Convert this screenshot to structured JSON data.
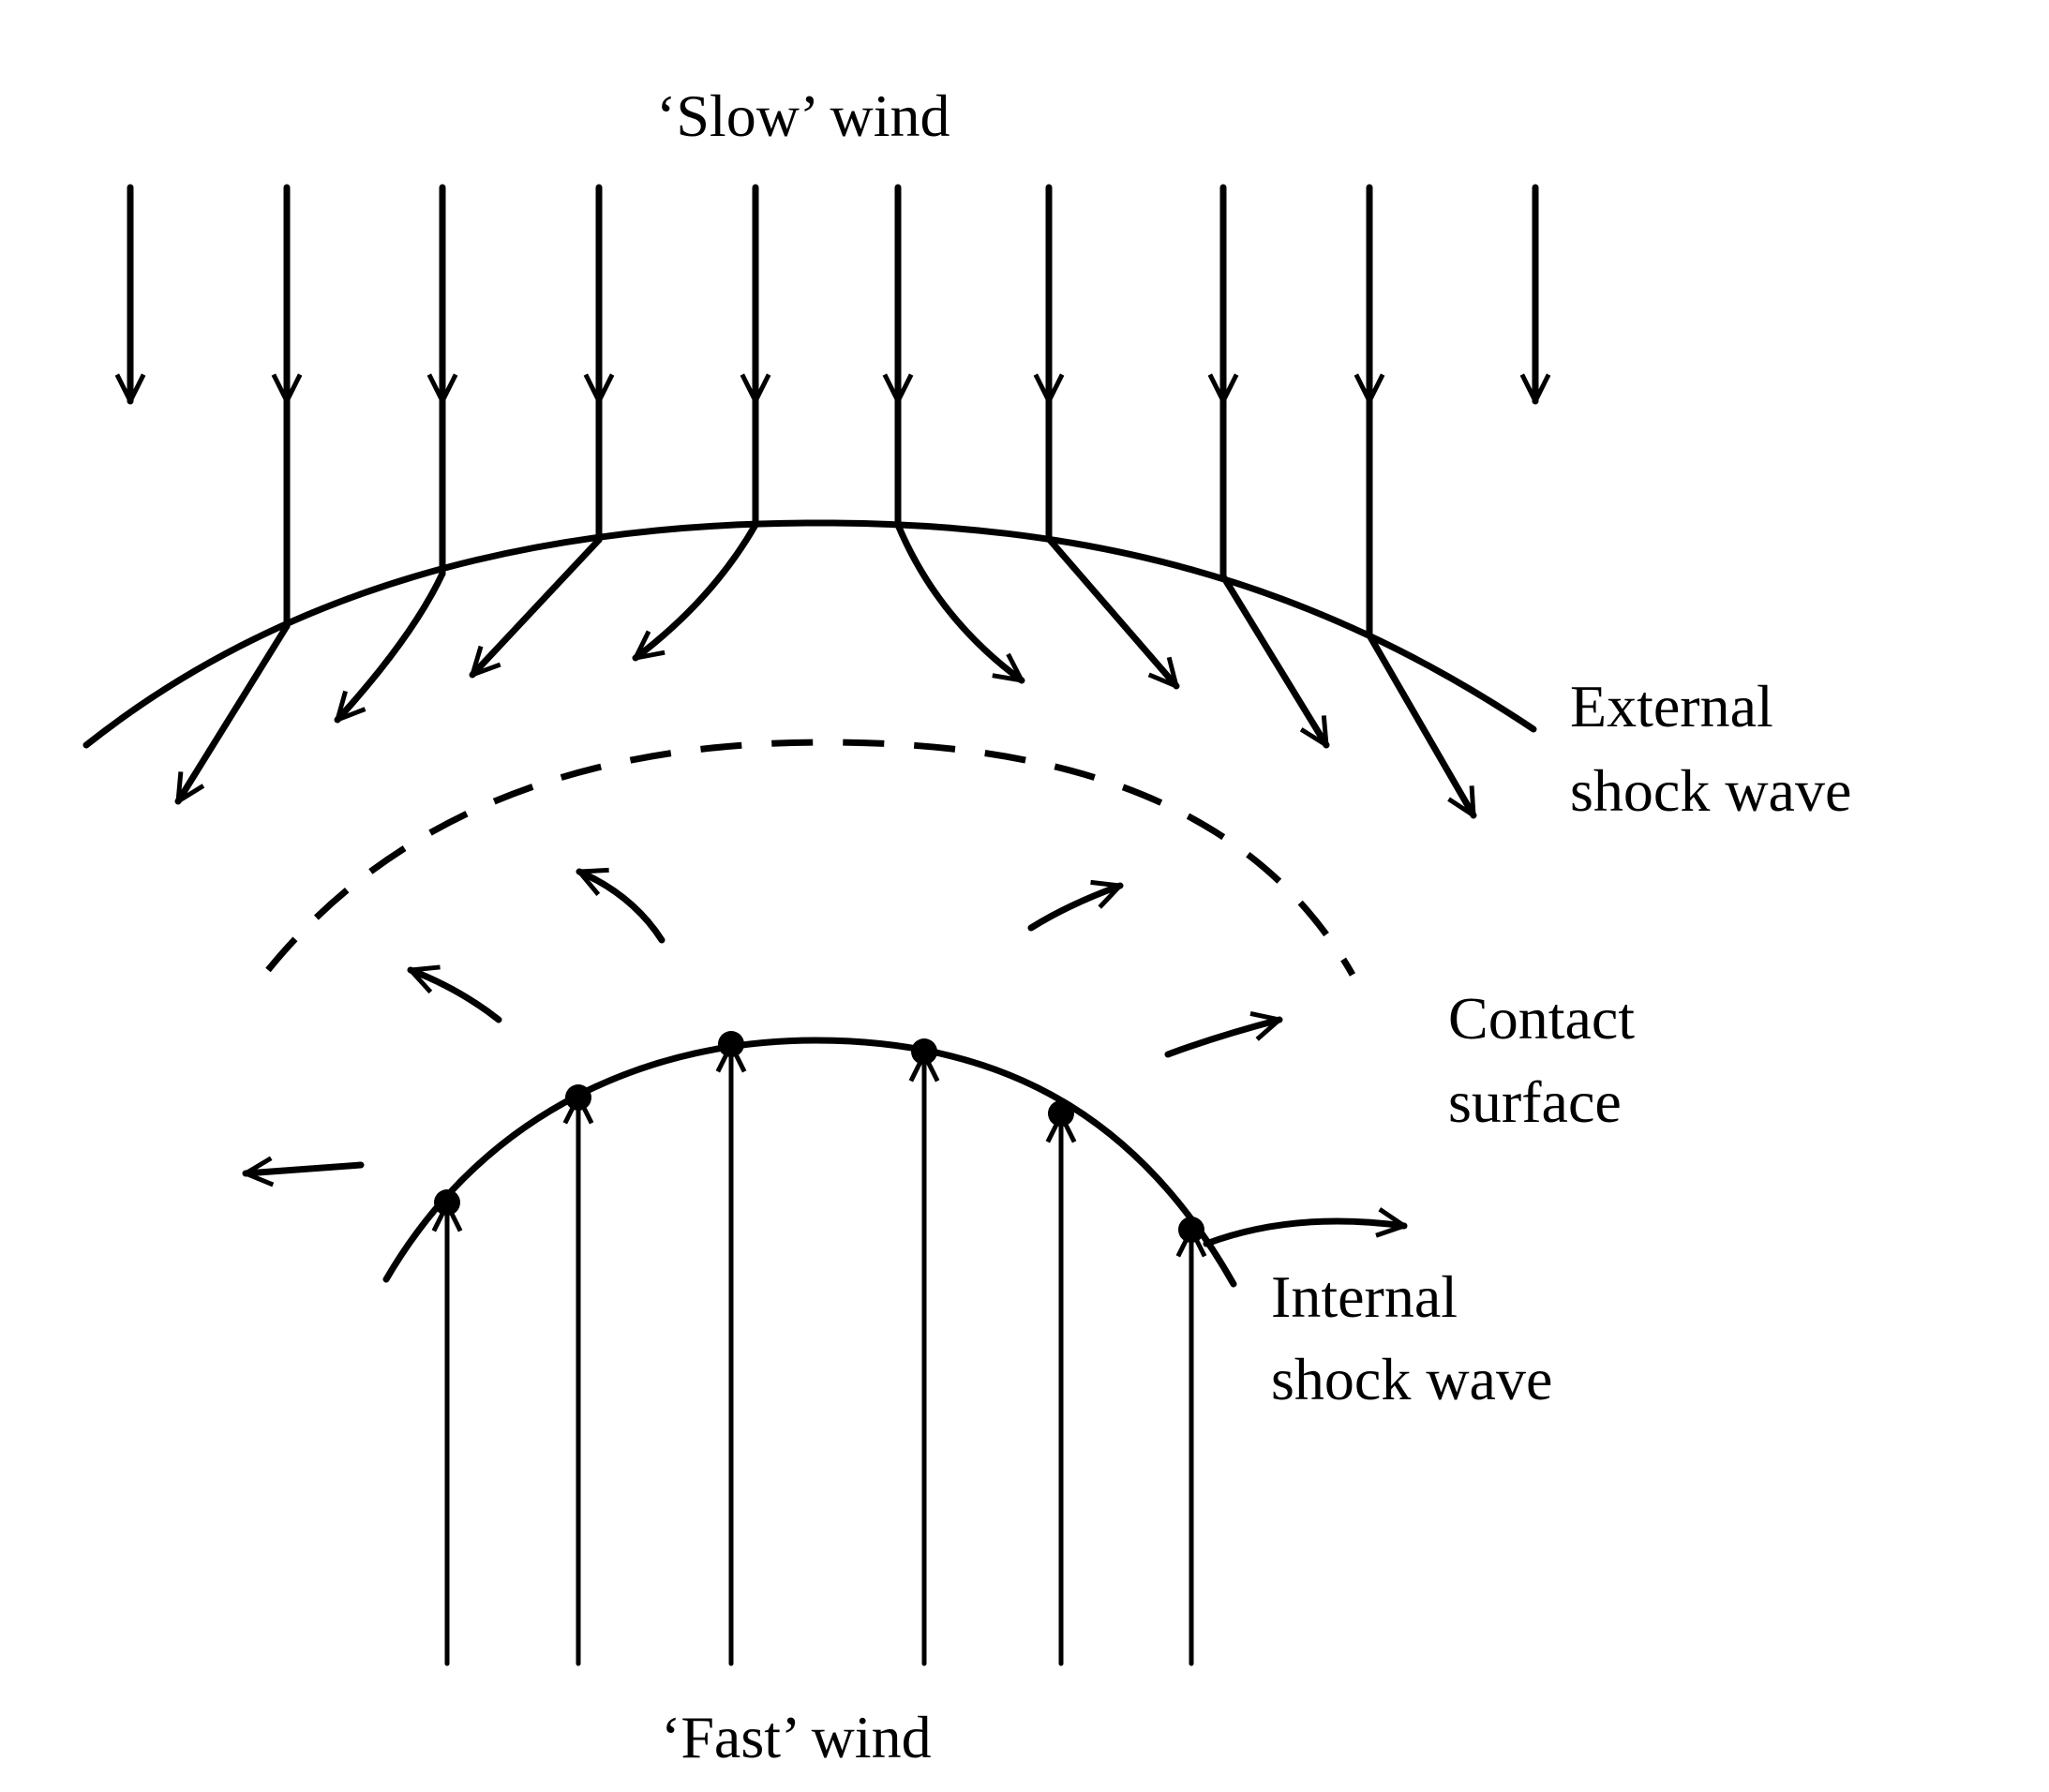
{
  "labels": {
    "slow_wind": "‘Slow’ wind",
    "fast_wind": "‘Fast’ wind",
    "external_shock_line1": "External",
    "external_shock_line2": "shock wave",
    "contact_surface_line1": "Contact",
    "contact_surface_line2": "surface",
    "internal_shock_line1": "Internal",
    "internal_shock_line2": "shock wave"
  },
  "colors": {
    "ink": "#000000",
    "background": "#ffffff"
  }
}
